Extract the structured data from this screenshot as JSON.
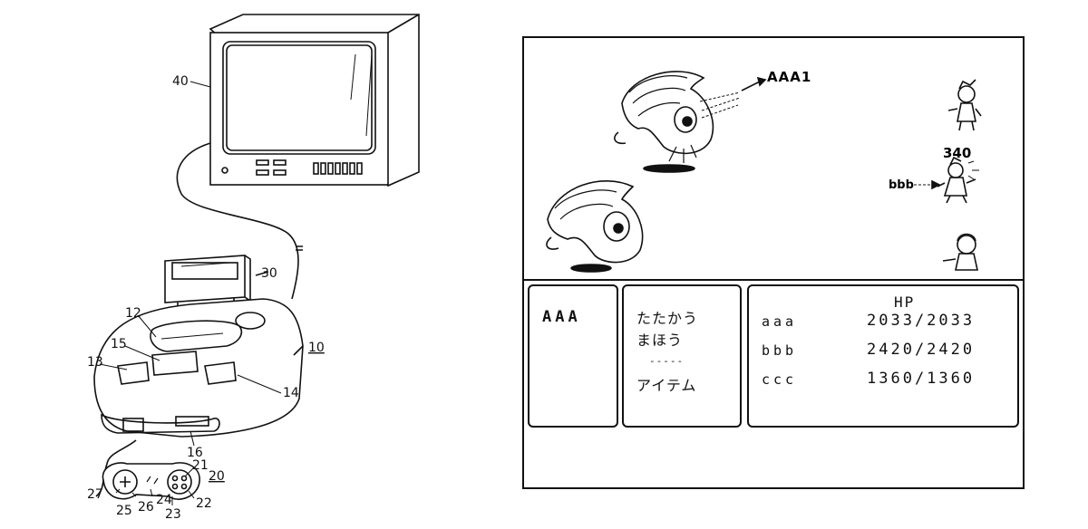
{
  "figure_labels": {
    "tv": "40",
    "cartridge": "30",
    "console": "10",
    "cartridge_slot": "12",
    "button_15": "15",
    "button_13": "13",
    "button_14": "14",
    "connector": "16",
    "controller": "20",
    "part_21": "21",
    "part_22": "22",
    "part_23": "23",
    "part_24": "24",
    "part_25": "25",
    "part_26": "26",
    "part_27": "27"
  },
  "battle": {
    "attack_callout": "AAA1",
    "damage_number": "340",
    "target_label": "bbb"
  },
  "menu": {
    "active_character": "AAA",
    "commands": [
      "たたかう",
      "まほう",
      "-----",
      "アイテム"
    ],
    "hp_header": "HP",
    "party": [
      {
        "name": "aaa",
        "hp": "2033/2033"
      },
      {
        "name": "bbb",
        "hp": "2420/2420"
      },
      {
        "name": "ccc",
        "hp": "1360/1360"
      }
    ]
  }
}
